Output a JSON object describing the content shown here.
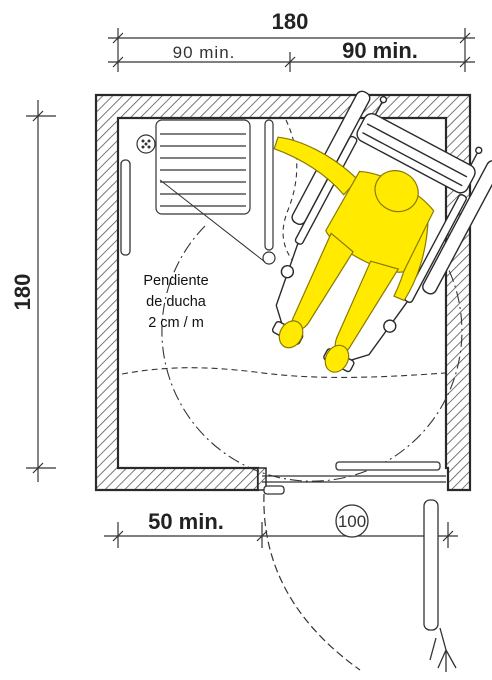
{
  "dimensions": {
    "top_total": "180",
    "top_left": "90  min.",
    "top_right": "90  min.",
    "left_total": "180",
    "bottom_left": "50  min.",
    "bottom_circle": "100"
  },
  "note": {
    "line1": "Pendiente",
    "line2": "de ducha",
    "line3": "2 cm / m"
  },
  "colors": {
    "figure": "#ffea00",
    "figure_outline": "#8a7a00",
    "lines": "#2a2a2a",
    "hatch": "#444444"
  }
}
